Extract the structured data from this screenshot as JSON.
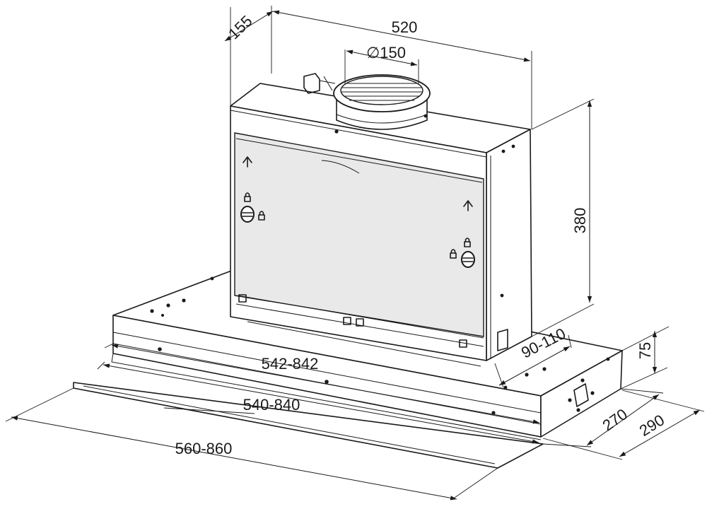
{
  "dimensions": {
    "depth_top": "155",
    "width_top": "520",
    "duct_diameter": "∅150",
    "height": "380",
    "extension_range": "90-110",
    "base_height": "75",
    "frame_width": "542-842",
    "glass_width": "540-840",
    "overall_width": "560-860",
    "depth_inner": "270",
    "depth_outer": "290"
  },
  "icons": [
    "up-arrow-icon",
    "lock-icon",
    "screw-knob-icon",
    "exhaust-fan-icon",
    "plug-connector-icon"
  ]
}
